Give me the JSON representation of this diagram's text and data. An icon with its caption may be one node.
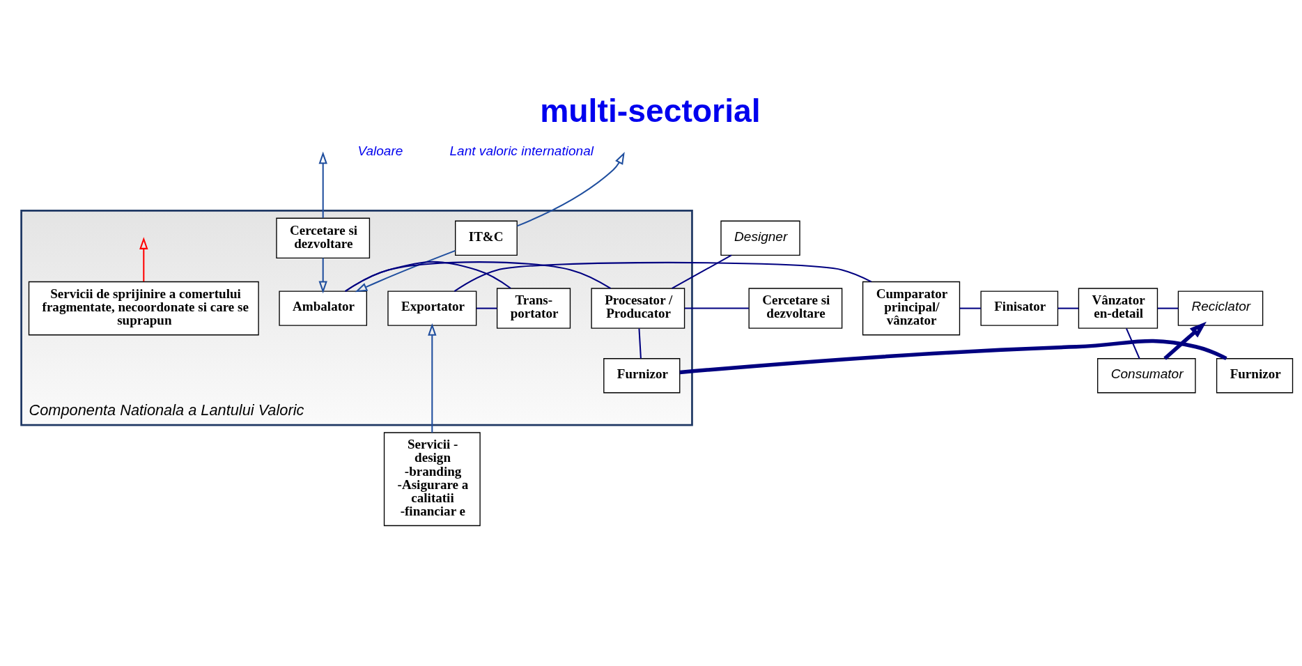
{
  "diagram": {
    "title": "multi-sectorial",
    "nodes": [
      {
        "text": [
          "Componenta Nationala a Lantului Valoric"
        ]
      },
      {
        "text": [
          "Cercetare si dezvoltare"
        ],
        "in": 0
      },
      {
        "text": [
          "IT&C"
        ],
        "in": 0
      },
      {
        "text": [
          "Designer"
        ]
      },
      {
        "text": [
          "Cercetare si dezvoltare"
        ]
      },
      {
        "text": [
          "Procesator / Producator"
        ],
        "in": 0
      },
      {
        "text": [
          "Ambalator"
        ],
        "in": 0
      },
      {
        "text": [
          "Trans- portator"
        ],
        "in": 0
      },
      {
        "text": [
          "Exportator"
        ],
        "in": 0
      },
      {
        "text": [
          "Furnizor"
        ]
      },
      {
        "text": [
          "Furnizor"
        ],
        "in": 0
      },
      {
        "text": [
          "Cumparator principal/ vânzator"
        ]
      },
      {
        "text": [
          "Finisator"
        ]
      },
      {
        "text": [
          "Vânzator en-detail"
        ]
      },
      {
        "text": [
          "Reciclator"
        ]
      },
      {
        "text": [
          "Consumator"
        ]
      },
      {
        "text": [
          "Servicii - design -branding -Asigurare a calitatii -financiar e"
        ]
      },
      {
        "text": [
          "Servicii de sprijinire a comertului fragmentate, necoordonate si care se suprapun"
        ],
        "in": 0
      }
    ],
    "edges": [
      {
        "from": 1,
        "to": null,
        "arrow": "to",
        "color": "#1f4e9e"
      },
      {
        "from": 2,
        "to": null,
        "arrow": "to",
        "color": "#1f4e9e"
      },
      {
        "from": 1,
        "to": 6,
        "arrow": "to",
        "color": "#1f4e9e"
      },
      {
        "from": 2,
        "to": 6,
        "arrow": "to",
        "color": "#1f4e9e"
      },
      {
        "from": 3,
        "to": 5,
        "arrow": "none"
      },
      {
        "from": 4,
        "to": 5,
        "arrow": "none"
      },
      {
        "from": 9,
        "to": 10,
        "arrow": "none",
        "style": "thick"
      },
      {
        "from": 5,
        "to": 10,
        "arrow": "none"
      },
      {
        "from": 5,
        "to": 6,
        "arrow": "none"
      },
      {
        "from": 6,
        "to": 7,
        "arrow": "none"
      },
      {
        "from": 7,
        "to": 8,
        "arrow": "none"
      },
      {
        "from": 8,
        "to": 11,
        "arrow": "none"
      },
      {
        "from": 11,
        "to": 12,
        "arrow": "none"
      },
      {
        "from": 12,
        "to": 13,
        "arrow": "none"
      },
      {
        "from": 13,
        "to": 14,
        "arrow": "none"
      },
      {
        "from": 13,
        "to": 15,
        "arrow": "none"
      },
      {
        "from": 15,
        "to": 14,
        "arrow": "to",
        "style": "thick"
      },
      {
        "from": 16,
        "to": 8,
        "arrow": "to",
        "color": "#1f4e9e"
      },
      {
        "from": 17,
        "to": null,
        "arrow": "to",
        "color": "#ff0000"
      }
    ],
    "labels": [
      "Lant valoric international",
      "Valoare"
    ]
  }
}
